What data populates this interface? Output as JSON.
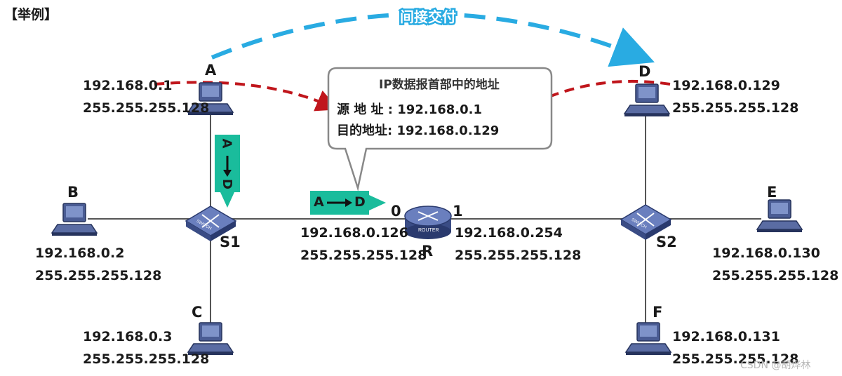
{
  "title": "【举例】",
  "indirect_label": "间接交付",
  "callout": {
    "title": "IP数据报首部中的地址",
    "src_label": "源 地 址 :",
    "src_value": "192.168.0.1",
    "dst_label": "目的地址:",
    "dst_value": "192.168.0.129"
  },
  "hosts": {
    "A": {
      "label": "A",
      "ip": "192.168.0.1",
      "mask": "255.255.255.128"
    },
    "B": {
      "label": "B",
      "ip": "192.168.0.2",
      "mask": "255.255.255.128"
    },
    "C": {
      "label": "C",
      "ip": "192.168.0.3",
      "mask": "255.255.255.128"
    },
    "D": {
      "label": "D",
      "ip": "192.168.0.129",
      "mask": "255.255.255.128"
    },
    "E": {
      "label": "E",
      "ip": "192.168.0.130",
      "mask": "255.255.255.128"
    },
    "F": {
      "label": "F",
      "ip": "192.168.0.131",
      "mask": "255.255.255.128"
    }
  },
  "switches": {
    "S1": {
      "label": "S1",
      "icon_text": "SWITCH"
    },
    "S2": {
      "label": "S2",
      "icon_text": "SWITCH"
    }
  },
  "router": {
    "label": "R",
    "icon_text": "ROUTER",
    "port0": {
      "label": "0",
      "ip": "192.168.0.126",
      "mask": "255.255.255.128"
    },
    "port1": {
      "label": "1",
      "ip": "192.168.0.254",
      "mask": "255.255.255.128"
    }
  },
  "packet_v": {
    "from": "A",
    "to": "D"
  },
  "packet_h": {
    "from": "A",
    "to": "D"
  },
  "colors": {
    "indirect_arrow": "#29abe2",
    "red_arrow": "#c0161c",
    "packet": "#1abc9c",
    "device": "#3d4f8a",
    "line": "#555555"
  },
  "watermark": "CSDN @胡烨林"
}
